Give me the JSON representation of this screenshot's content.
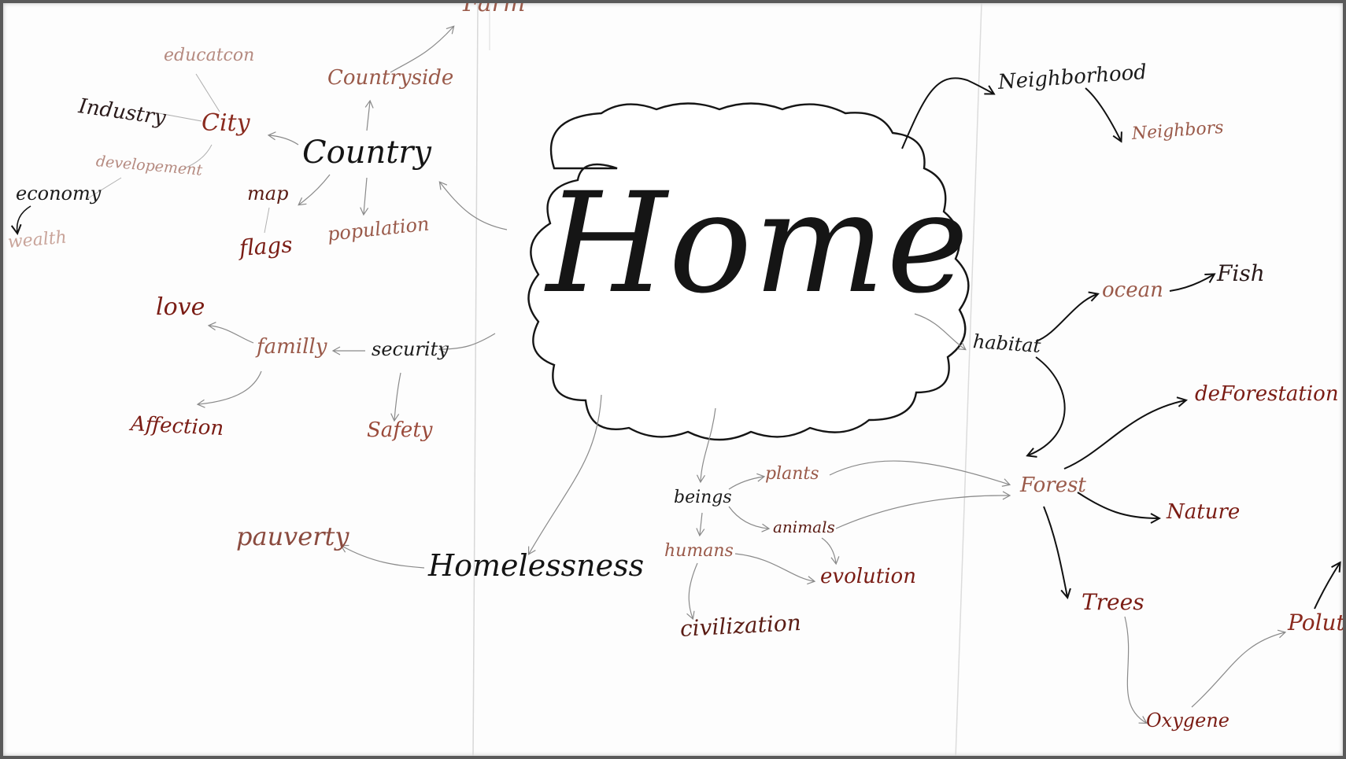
{
  "colors": {
    "ink_dark": "#1b1b1b",
    "ink_red": "#7a1c14",
    "ink_brown": "#9a5a4a",
    "ink_faint": "#b58a80",
    "arrow_faint": "#9a9a9a"
  },
  "center": {
    "label": "Home"
  },
  "nodes": {
    "farm": "Farm",
    "education": "educatcon",
    "countryside": "Countryside",
    "industry": "Industry",
    "city": "City",
    "country": "Country",
    "development": "developement",
    "economy": "economy",
    "wealth": "wealth",
    "map": "map",
    "population": "population",
    "flags": "flags",
    "love": "love",
    "family": "familly",
    "security": "security",
    "affection": "Affection",
    "safety": "Safety",
    "poverty": "pauverty",
    "homelessness": "Homelessness",
    "neighborhood": "Neighborhood",
    "neighbors": "Neighbors",
    "ocean": "ocean",
    "fish": "Fish",
    "habitat": "habitat",
    "deforestation": "deForestation",
    "beings": "beings",
    "plants": "plants",
    "forest": "Forest",
    "nature": "Nature",
    "animals": "animals",
    "humans": "humans",
    "evolution": "evolution",
    "civilization": "civilization",
    "trees": "Trees",
    "pollution": "Polutio",
    "oxygen": "Oxygene"
  }
}
